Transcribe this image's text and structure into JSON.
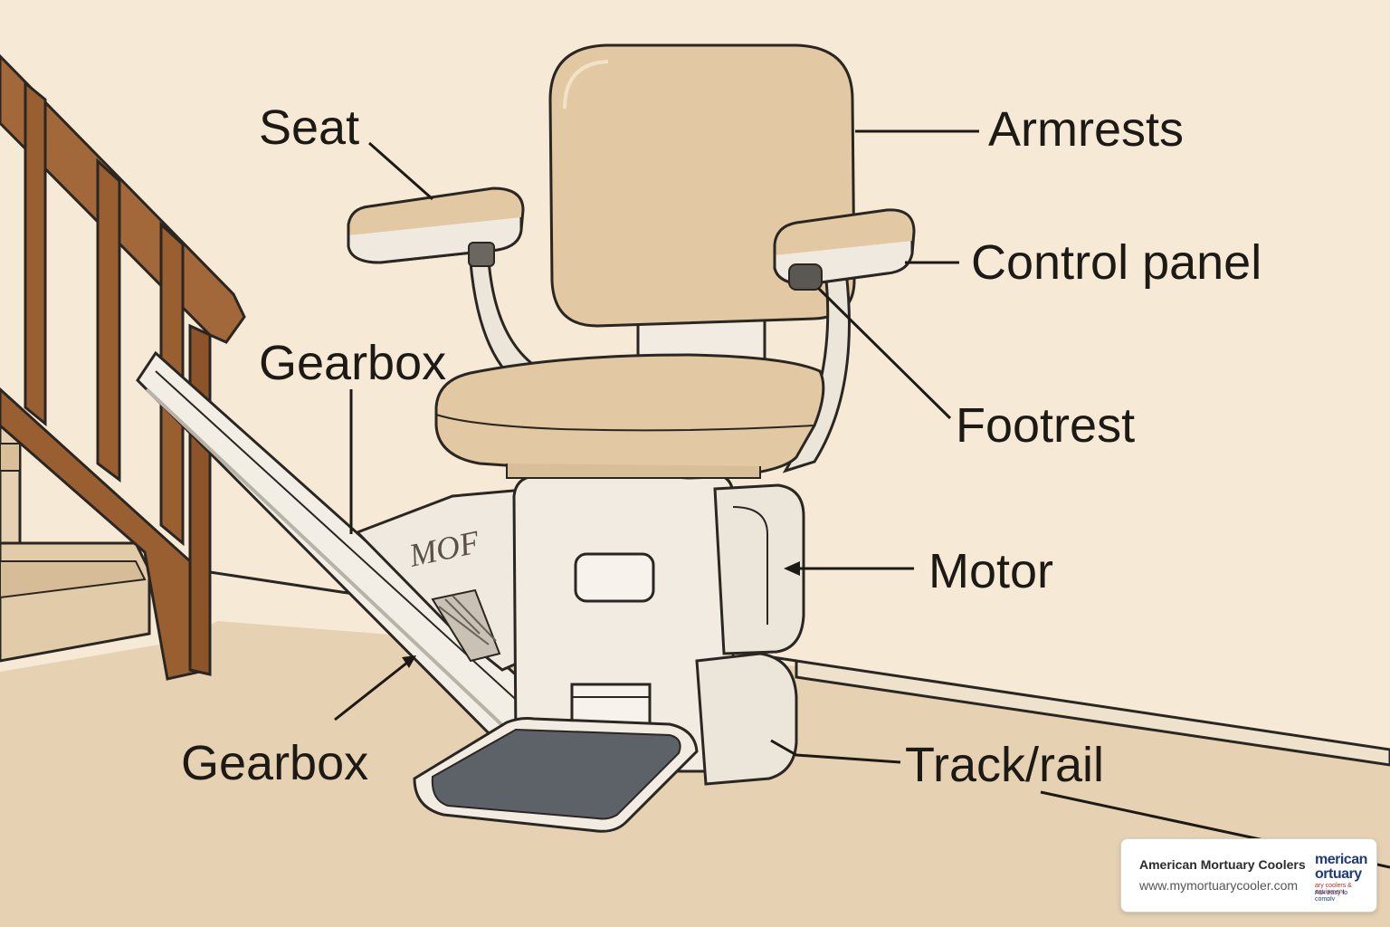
{
  "labels": {
    "seat": "Seat",
    "gearbox_top": "Gearbox",
    "gearbox_bottom": "Gearbox",
    "armrests": "Armrests",
    "control_panel": "Control panel",
    "footrest": "Footrest",
    "motor": "Motor",
    "track_rail": "Track/rail"
  },
  "housing_mark": "MOF",
  "brand": {
    "name": "American Mortuary Coolers",
    "url": "www.mymortuarycooler.com",
    "logo_line1": "merican",
    "logo_line2": "ortuary",
    "logo_line3": "ary coolers & equipment",
    "logo_line4": "Ask easy to comply"
  },
  "colors": {
    "background": "#f6ead7",
    "upholstery": "#e2c9a3",
    "frame": "#efe9df",
    "banister": "#9a5f31",
    "footrest_pad": "#5d6268",
    "outline": "#2a2622"
  }
}
